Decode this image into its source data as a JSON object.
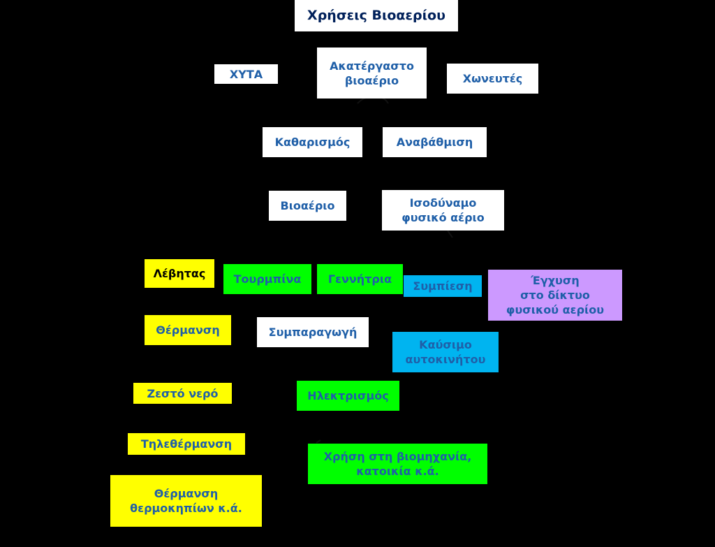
{
  "diagram": {
    "title": "Χρήσεις Βιοαερίου",
    "colors": {
      "background": "#000000",
      "white_box": "#ffffff",
      "yellow_box": "#ffff00",
      "green_box": "#00ff00",
      "cyan_box": "#00b4f0",
      "violet_box": "#cc99ff",
      "text_blue": "#1f5fa8"
    },
    "nodes": {
      "xyta": "ΧΥΤΑ",
      "raw_biogas": [
        "Ακατέργαστο",
        "βιοαέριο"
      ],
      "digesters": "Χωνευτές",
      "cleaning": "Καθαρισμός",
      "upgrading": "Αναβάθμιση",
      "biogas": "Βιοαέριο",
      "natural_gas_equivalent": [
        "Ισοδύναμο",
        "φυσικό αέριο"
      ],
      "boiler": "Λέβητας",
      "turbine": "Τουρμπίνα",
      "generator": "Γεννήτρια",
      "compression": "Συμπίεση",
      "injection": [
        "Έγχυση",
        "στο δίκτυο",
        "φυσικού αερίου"
      ],
      "heating": "Θέρμανση",
      "cogeneration": "Συμπαραγωγή",
      "vehicle_fuel": [
        "Καύσιμο",
        "αυτοκινήτου"
      ],
      "hot_water": "Ζεστό νερό",
      "electricity": "Ηλεκτρισμός",
      "district_heating": "Τηλεθέρμανση",
      "industry_use": [
        "Χρήση στη βιομηχανία,",
        "κατοικία κ.ά."
      ],
      "greenhouse_heating": [
        "Θέρμανση",
        "θερμοκηπίων κ.ά."
      ]
    }
  }
}
